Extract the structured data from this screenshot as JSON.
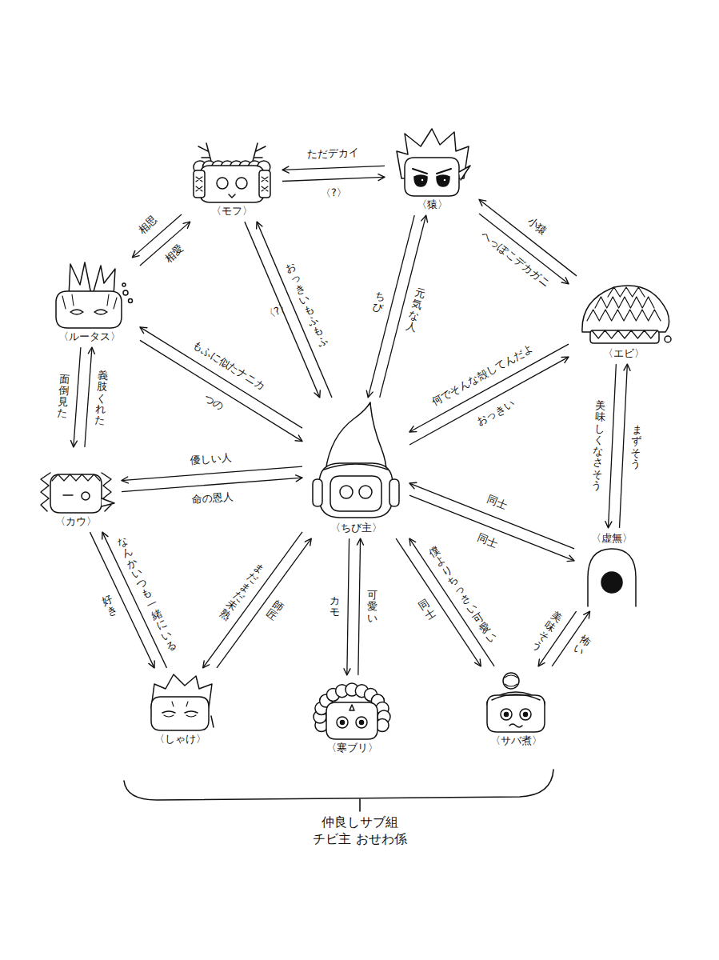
{
  "diagram": {
    "nodes": [
      {
        "text": [
          "〈モフ〉"
        ]
      },
      {
        "text": [
          "〈猿〉"
        ]
      },
      {
        "text": [
          "〈ルータス〉"
        ]
      },
      {
        "text": [
          "〈エビ〉"
        ]
      },
      {
        "text": [
          "〈ちび主〉"
        ]
      },
      {
        "text": [
          "〈カウ〉"
        ]
      },
      {
        "text": [
          "〈虚無〉"
        ]
      },
      {
        "text": [
          "〈しゃけ〉"
        ]
      },
      {
        "text": [
          "〈寒ブリ〉"
        ]
      },
      {
        "text": [
          "〈サバ煮〉"
        ]
      }
    ],
    "edges": [
      {
        "from": 0,
        "to": 1,
        "arrow": "to",
        "label": "〈?〉"
      },
      {
        "from": 1,
        "to": 0,
        "arrow": "to",
        "label": "ただデカイ"
      },
      {
        "from": 1,
        "to": 3,
        "arrow": "to",
        "label": "へっぽこデカガニ"
      },
      {
        "from": 3,
        "to": 1,
        "arrow": "to",
        "label": "小猿"
      },
      {
        "from": 0,
        "to": 2,
        "arrow": "to",
        "label": "相思"
      },
      {
        "from": 2,
        "to": 0,
        "arrow": "to",
        "label": "相愛"
      },
      {
        "from": 0,
        "to": 4,
        "arrow": "to",
        "label": "〈?〉"
      },
      {
        "from": 4,
        "to": 0,
        "arrow": "to",
        "label": "おっきいもふもふ"
      },
      {
        "from": 4,
        "to": 1,
        "arrow": "to",
        "label": "元気な人"
      },
      {
        "from": 1,
        "to": 4,
        "arrow": "to",
        "label": "ちび"
      },
      {
        "from": 4,
        "to": 2,
        "arrow": "to",
        "label": "もふに似たナニカ"
      },
      {
        "from": 2,
        "to": 4,
        "arrow": "to",
        "label": "つの"
      },
      {
        "from": 2,
        "to": 5,
        "arrow": "to",
        "label": "面倒見た"
      },
      {
        "from": 5,
        "to": 2,
        "arrow": "to",
        "label": "義肢くれた"
      },
      {
        "from": 5,
        "to": 4,
        "arrow": "to",
        "label": "命の恩人"
      },
      {
        "from": 4,
        "to": 5,
        "arrow": "to",
        "label": "優しい人"
      },
      {
        "from": 4,
        "to": 3,
        "arrow": "to",
        "label": "おっきい"
      },
      {
        "from": 3,
        "to": 4,
        "arrow": "to",
        "label": "何でそんな殻してんだよ"
      },
      {
        "from": 3,
        "to": 6,
        "arrow": "to",
        "label": "美味しくなさそう"
      },
      {
        "from": 6,
        "to": 3,
        "arrow": "to",
        "label": "まずそう"
      },
      {
        "from": 4,
        "to": 6,
        "arrow": "to",
        "label": "同士"
      },
      {
        "from": 6,
        "to": 4,
        "arrow": "to",
        "label": "同士"
      },
      {
        "from": 7,
        "to": 5,
        "arrow": "to",
        "label": "なんかいつも一緒にいる"
      },
      {
        "from": 5,
        "to": 7,
        "arrow": "to",
        "label": "好き"
      },
      {
        "from": 7,
        "to": 4,
        "arrow": "to",
        "label": "師匠"
      },
      {
        "from": 4,
        "to": 7,
        "arrow": "to",
        "label": "まだまだ未熟"
      },
      {
        "from": 8,
        "to": 4,
        "arrow": "to",
        "label": "可愛い"
      },
      {
        "from": 4,
        "to": 8,
        "arrow": "to",
        "label": "カモ"
      },
      {
        "from": 9,
        "to": 4,
        "arrow": "to",
        "label": "僕よりちっさい可愛い"
      },
      {
        "from": 4,
        "to": 9,
        "arrow": "to",
        "label": "同士"
      },
      {
        "from": 9,
        "to": 6,
        "arrow": "to",
        "label": "怖い"
      },
      {
        "from": 6,
        "to": 9,
        "arrow": "to",
        "label": "美味そう"
      }
    ],
    "labels": [
      "仲良しサブ組 チビ主 おせわ係"
    ]
  }
}
